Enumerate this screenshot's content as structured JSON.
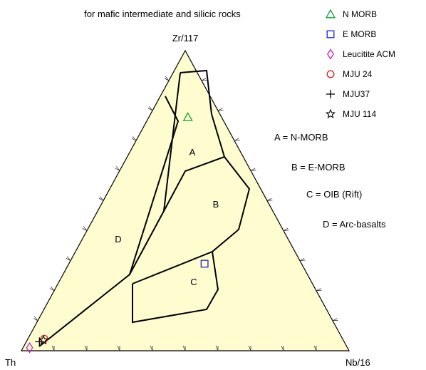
{
  "chart_data": {
    "type": "scatter",
    "diagram": "ternary",
    "title": "for mafic intermediate and silicic rocks",
    "vertices": {
      "top": "Zr/117",
      "left": "Th",
      "right": "Nb/16"
    },
    "field_labels": [
      {
        "id": "A",
        "text": "A"
      },
      {
        "id": "B",
        "text": "B"
      },
      {
        "id": "C",
        "text": "C"
      },
      {
        "id": "D",
        "text": "D"
      }
    ],
    "key": [
      {
        "text": "A = N-MORB"
      },
      {
        "text": "B = E-MORB"
      },
      {
        "text": "C = OIB (Rift)"
      },
      {
        "text": "D = Arc-basalts"
      }
    ],
    "series": [
      {
        "name": "N MORB",
        "marker": "triangle",
        "color": "#1a9e3a",
        "points": [
          {
            "zr": 0.778,
            "th": 0.103,
            "nb": 0.119
          }
        ]
      },
      {
        "name": "E MORB",
        "marker": "square",
        "color": "#1f1fd0",
        "points": [
          {
            "zr": 0.29,
            "th": 0.296,
            "nb": 0.414
          }
        ]
      },
      {
        "name": "Leucitite ACM",
        "marker": "diamond",
        "color": "#c020c0",
        "points": [
          {
            "zr": 0.01,
            "th": 0.97,
            "nb": 0.02
          }
        ]
      },
      {
        "name": "MJU 24",
        "marker": "circle",
        "color": "#d02020",
        "points": [
          {
            "zr": 0.04,
            "th": 0.91,
            "nb": 0.05
          }
        ]
      },
      {
        "name": "MJU37",
        "marker": "plus",
        "color": "#000000",
        "points": [
          {
            "zr": 0.03,
            "th": 0.93,
            "nb": 0.04
          }
        ]
      },
      {
        "name": "MJU 114",
        "marker": "star",
        "color": "#000000",
        "points": [
          {
            "zr": 0.035,
            "th": 0.915,
            "nb": 0.05
          }
        ]
      }
    ],
    "background": "#fffdd0",
    "grid": false
  }
}
